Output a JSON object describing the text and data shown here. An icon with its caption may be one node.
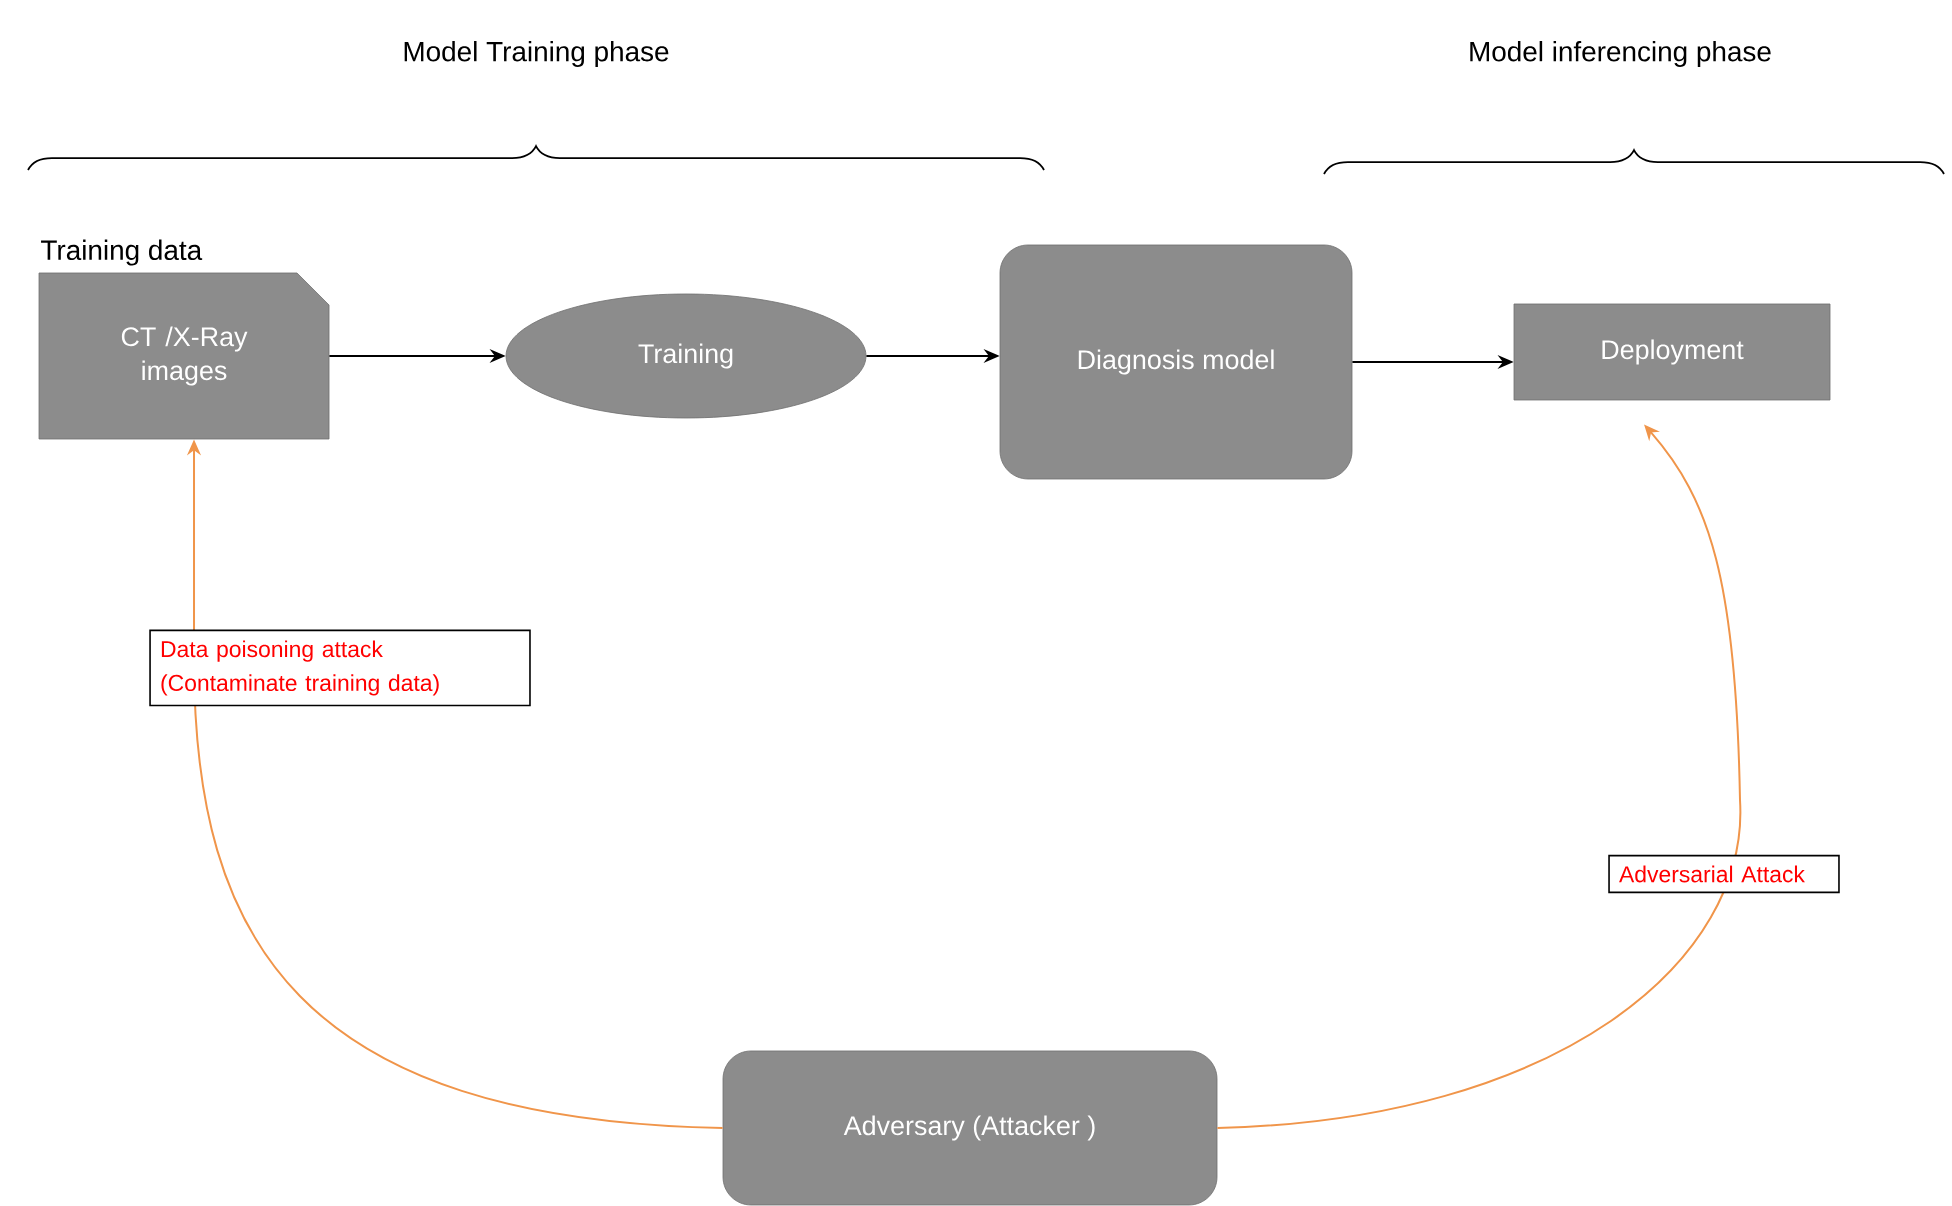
{
  "diagram": {
    "nodes": [
      {
        "text": [
          "CT /X-Ray images"
        ],
        "beside": [
          "Training data"
        ]
      },
      {
        "text": [
          "Training"
        ]
      },
      {
        "text": [
          "Diagnosis model"
        ]
      },
      {
        "text": [
          "Deployment"
        ]
      },
      {
        "text": [
          "Adversary (Attacker )"
        ]
      }
    ],
    "edges": [
      {
        "from": 0,
        "to": 1,
        "arrow": "to"
      },
      {
        "from": 1,
        "to": 2,
        "arrow": "to"
      },
      {
        "from": 2,
        "to": 3,
        "arrow": "to"
      },
      {
        "from": 4,
        "to": 0,
        "arrow": "to",
        "color": "#f0954a",
        "label": "Data poisoning attack (Contaminate training data)"
      },
      {
        "from": 4,
        "to": 3,
        "arrow": "to",
        "color": "#f0954a",
        "label": "Adversarial Attack"
      }
    ],
    "labels": [
      "Model Training phase",
      "Model inferencing phase"
    ]
  }
}
